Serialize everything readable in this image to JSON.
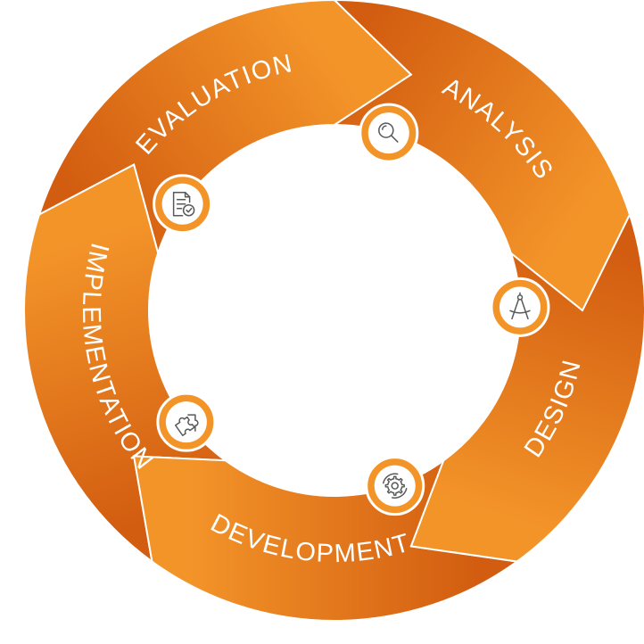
{
  "diagram": {
    "type": "cycle",
    "colors": {
      "light": "#f39429",
      "dark": "#d25c10",
      "icon": "#58595b",
      "icon_fill": "#ffffff",
      "background": "#ffffff"
    },
    "stages": [
      {
        "label": "ANALYSIS",
        "icon": "magnifier-icon"
      },
      {
        "label": "DESIGN",
        "icon": "compass-icon"
      },
      {
        "label": "DEVELOPMENT",
        "icon": "gear-cycle-icon"
      },
      {
        "label": "IMPLEMENTATION",
        "icon": "puzzle-icon"
      },
      {
        "label": "EVALUATION",
        "icon": "checklist-icon"
      }
    ]
  }
}
